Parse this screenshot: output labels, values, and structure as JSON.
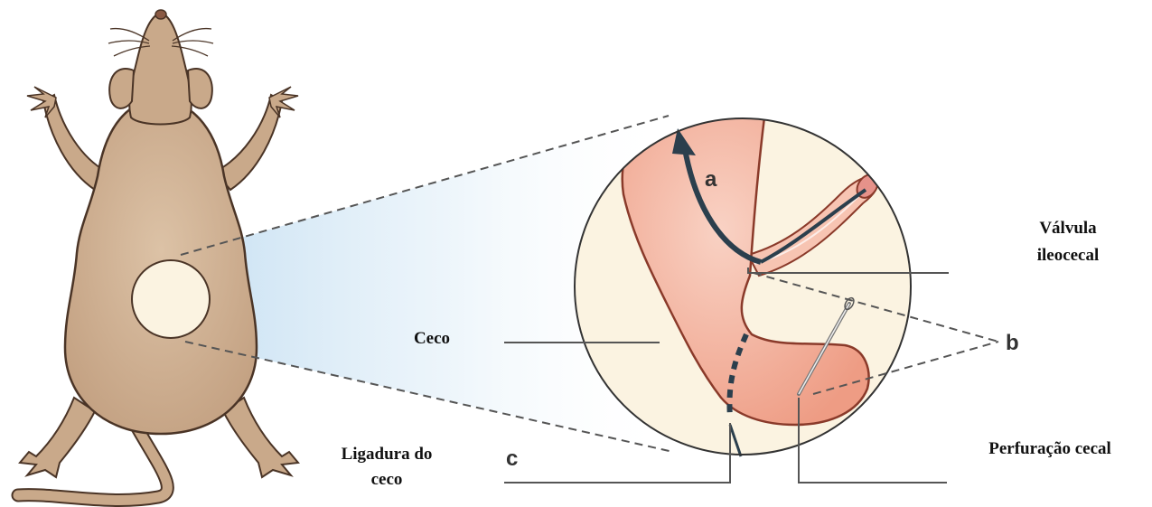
{
  "labels": {
    "valvula": "Válvula",
    "ileocecal": "ileocecal",
    "ceco": "Ceco",
    "ligadura_line1": "Ligadura do",
    "ligadura_line2": "ceco",
    "perfuracao": "Perfuração cecal"
  },
  "markers": {
    "a": "a",
    "b": "b",
    "c": "c"
  },
  "colors": {
    "mouse_fur": "#c9a98a",
    "mouse_outline": "#4a3426",
    "cecum": "#f0a58e",
    "cecum_highlight": "#f9d2c4",
    "magnified_background": "#fbf3e1",
    "arrow": "#2b3f4d",
    "callout_line": "#555555",
    "zoom_gradient": "#bcdaf0"
  }
}
